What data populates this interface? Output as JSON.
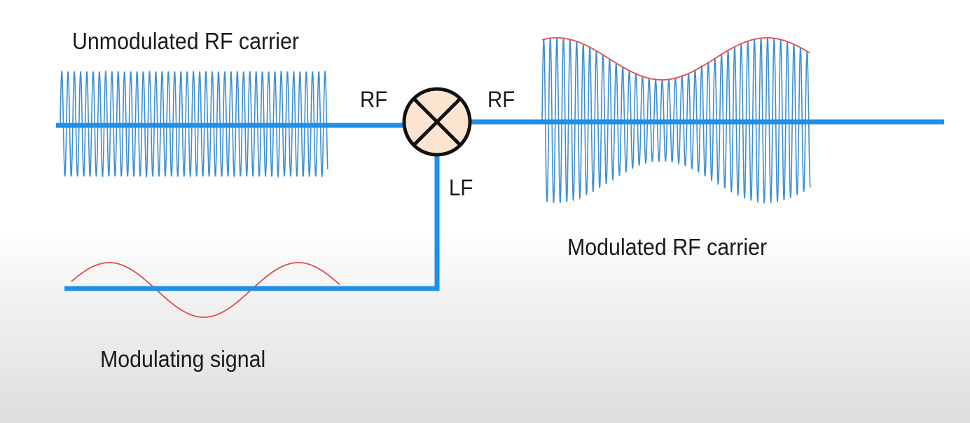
{
  "labels": {
    "unmodulated": "Unmodulated RF carrier",
    "modulated": "Modulated RF carrier",
    "modulating": "Modulating signal",
    "rf_in": "RF",
    "rf_out": "RF",
    "lf": "LF"
  },
  "colors": {
    "line": "#1f8fe8",
    "carrier_wave": "#3f8fd0",
    "envelope": "#e24b4b",
    "mixer_fill": "#fbe5d0",
    "mixer_stroke": "#111111"
  },
  "icons": {
    "mixer": "mixer-multiply-icon"
  }
}
